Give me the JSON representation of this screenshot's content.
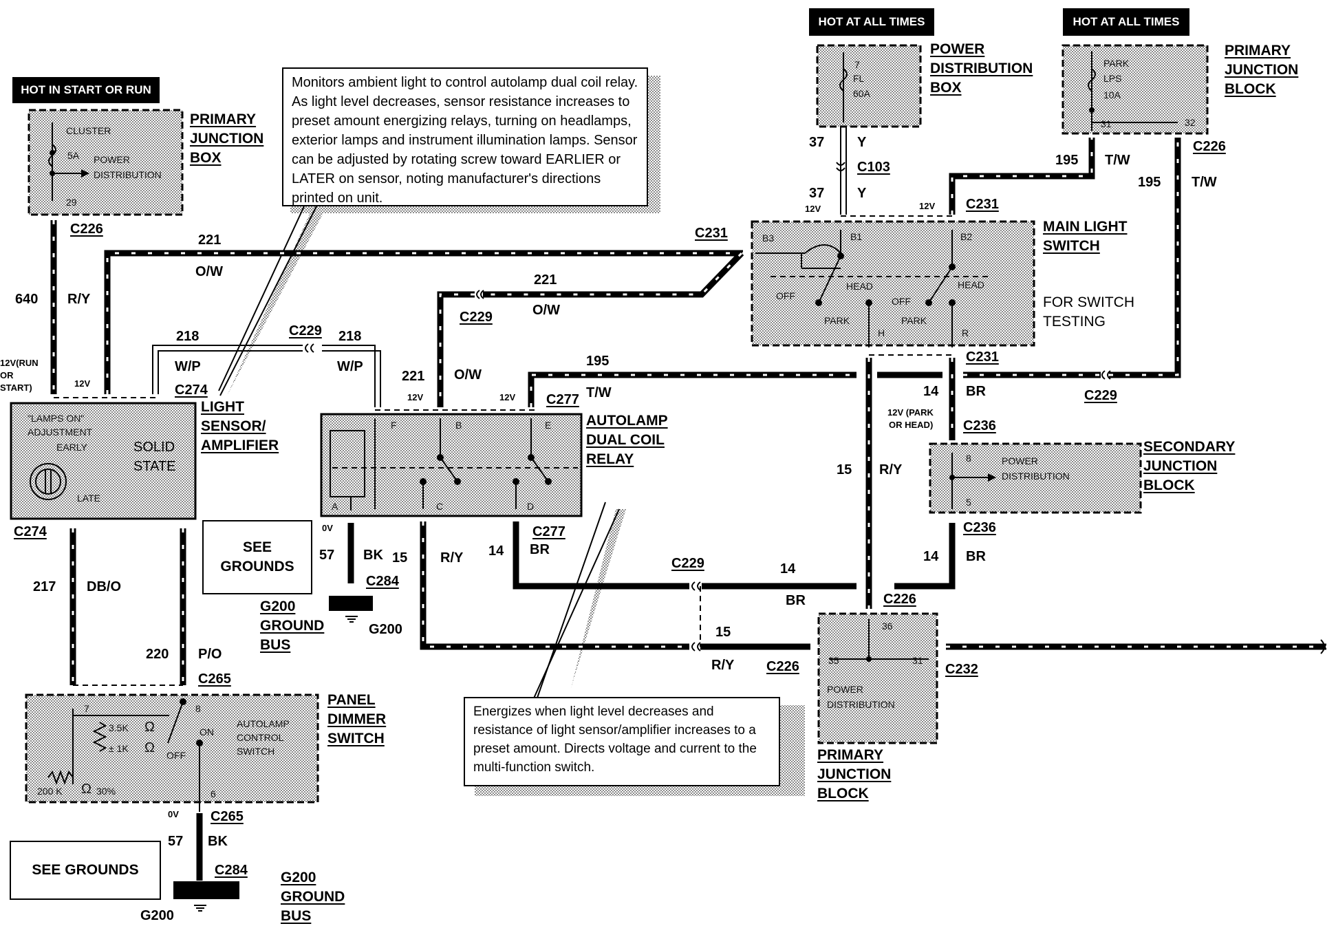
{
  "banners": {
    "hot_start_run": "HOT IN START OR RUN",
    "hot_all_pdb": "HOT AT ALL TIMES",
    "hot_all_pjb": "HOT AT ALL TIMES"
  },
  "callouts": {
    "sensor_note": "Monitors ambient light to control autolamp dual coil relay.  As light level decreases, sensor resistance increases to preset amount energizing relays, turning on headlamps, exterior lamps and instrument illumination lamps.  Sensor can be adjusted by rotating screw toward EARLIER or LATER on sensor, noting manufacturer's directions printed on unit.",
    "relay_note": "Energizes when light level decreases and resistance of light sensor/amplifier increases to a preset amount. Directs voltage and current to the multi-function switch."
  },
  "see_grounds": {
    "box1": "SEE GROUNDS",
    "box2": "SEE GROUNDS"
  },
  "components": {
    "pjb_left": [
      "PRIMARY",
      "JUNCTION",
      "BOX"
    ],
    "pdb": [
      "POWER",
      "DISTRIBUTION",
      "BOX"
    ],
    "pjb_top": [
      "PRIMARY",
      "JUNCTION",
      "BLOCK"
    ],
    "main_light_switch": [
      "MAIN LIGHT",
      "SWITCH"
    ],
    "switch_testing": [
      "FOR SWITCH",
      "TESTING"
    ],
    "light_sensor": [
      "LIGHT",
      "SENSOR/",
      "AMPLIFIER"
    ],
    "autolamp_relay": [
      "AUTOLAMP",
      "DUAL COIL",
      "RELAY"
    ],
    "sjb": [
      "SECONDARY",
      "JUNCTION",
      "BLOCK"
    ],
    "pjb_bottom": [
      "PRIMARY",
      "JUNCTION",
      "BLOCK"
    ],
    "panel_dimmer": [
      "PANEL",
      "DIMMER",
      "SWITCH"
    ],
    "ground_bus_1": [
      "G200",
      "GROUND",
      "BUS"
    ],
    "ground_bus_2": [
      "G200",
      "GROUND",
      "BUS"
    ]
  },
  "inner_text": {
    "cluster": "CLUSTER",
    "fuse_5a": "5A",
    "power": "POWER",
    "distribution": "DISTRIBUTION",
    "pin_29": "29",
    "pin_7": "7",
    "fl": "FL",
    "fl_60a": "60A",
    "park": "PARK",
    "lps": "LPS",
    "fuse_10a": "10A",
    "pin_31": "31",
    "pin_32": "32",
    "lamps_on": "\"LAMPS ON\"",
    "adjustment": "ADJUSTMENT",
    "early": "EARLY",
    "late": "LATE",
    "solid": "SOLID",
    "state": "STATE",
    "sw_b3": "B3",
    "sw_b1": "B1",
    "sw_b2": "B2",
    "sw_off1": "OFF",
    "sw_off2": "OFF",
    "sw_head1": "HEAD",
    "sw_head2": "HEAD",
    "sw_park1": "PARK",
    "sw_park2": "PARK",
    "sw_h": "H",
    "sw_r": "R",
    "rl_f": "F",
    "rl_b": "B",
    "rl_e": "E",
    "rl_a": "A",
    "rl_c": "C",
    "rl_d": "D",
    "sj_8": "8",
    "sj_5": "5",
    "sj_power": "POWER",
    "sj_dist": "DISTRIBUTION",
    "pb_36": "36",
    "pb_35": "35",
    "pb_31": "31",
    "pb_power": "POWER",
    "pb_dist": "DISTRIBUTION",
    "pd_7": "7",
    "pd_8": "8",
    "pd_6": "6",
    "pd_35k": "3.5K",
    "pd_1k": "± 1K",
    "pd_on": "ON",
    "pd_off": "OFF",
    "pd_autolamp": "AUTOLAMP",
    "pd_control": "CONTROL",
    "pd_switch": "SWITCH",
    "pd_200k": "200 K",
    "pd_30": "30%",
    "ohm": "Ω"
  },
  "connectors": {
    "c226_top_left": "C226",
    "c103": "C103",
    "c226_top_right": "C226",
    "c231_a": "C231",
    "c231_b": "C231",
    "c231_c": "C231",
    "c229_a": "C229",
    "c229_b": "C229",
    "c229_c": "C229",
    "c229_d": "C229",
    "c274_a": "C274",
    "c274_b": "C274",
    "c277_a": "C277",
    "c277_b": "C277",
    "c236_a": "C236",
    "c236_b": "C236",
    "c284_a": "C284",
    "c284_b": "C284",
    "c226_mid": "C226",
    "c226_low": "C226",
    "c232": "C232",
    "c265_a": "C265",
    "c265_b": "C265",
    "g200_a": "G200",
    "g200_b": "G200"
  },
  "wires": {
    "w640": "640",
    "w640_c": "R/Y",
    "w221_top": "221",
    "w221_top_c": "O/W",
    "w221_mid": "221",
    "w221_mid_c": "O/W",
    "w221_relay": "221",
    "w221_relay_c": "O/W",
    "w218_a": "218",
    "w218_a_c": "W/P",
    "w218_b": "218",
    "w218_b_c": "W/P",
    "w37_a": "37",
    "w37_a_c": "Y",
    "w37_b": "37",
    "w37_b_c": "Y",
    "w195_a": "195",
    "w195_a_c": "T/W",
    "w195_b": "195",
    "w195_b_c": "T/W",
    "w195_c": "195",
    "w195_c_c": "T/W",
    "w14_a": "14",
    "w14_a_c": "BR",
    "w14_b": "14",
    "w14_b_c": "BR",
    "w14_c": "14",
    "w14_d": "BR",
    "w14_e": "14",
    "w14_e_c": "BR",
    "w15_a": "15",
    "w15_a_c": "R/Y",
    "w15_b": "15",
    "w15_b_c": "R/Y",
    "w15_c": "15",
    "w15_c_c": "R/Y",
    "w57_a": "57",
    "w57_a_c": "BK",
    "w57_b": "57",
    "w57_b_c": "BK",
    "w217": "217",
    "w217_c": "DB/O",
    "w220": "220",
    "w220_c": "P/O"
  },
  "voltages": {
    "v12_run": "12V(RUN",
    "v12_or": "OR",
    "v12_start": "START)",
    "v12_sensor": "12V",
    "v12_pdb": "12V",
    "v12_sw": "12V",
    "v12_relay1": "12V",
    "v12_relay2": "12V",
    "v12_park": "12V (PARK",
    "v12_head": "OR HEAD)",
    "v0_relay": "0V",
    "v0_dimmer": "0V"
  },
  "colors": {
    "wire": "#000000",
    "stipple": "#c9c9c9",
    "banner_bg": "#000000",
    "banner_fg": "#ffffff"
  }
}
